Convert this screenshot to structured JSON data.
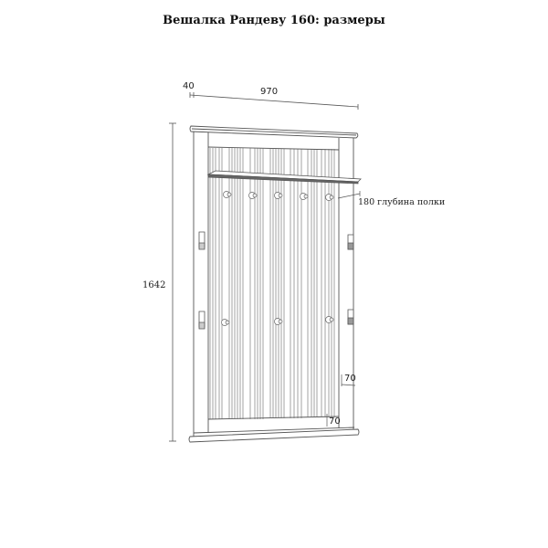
{
  "title": "Вешалка Рандеву 160: размеры",
  "dimensions": {
    "overhang": "40",
    "width": "970",
    "height": "1642",
    "shelf_depth": "180 глубина полки",
    "side_frame": "70",
    "bottom_frame": "70"
  },
  "hooks": {
    "top_row_count": 5,
    "middle_row_count": 3,
    "side_hooks_per_side": 2
  },
  "colors": {
    "line": "#555555",
    "shelf": "#666666",
    "background": "#ffffff"
  }
}
